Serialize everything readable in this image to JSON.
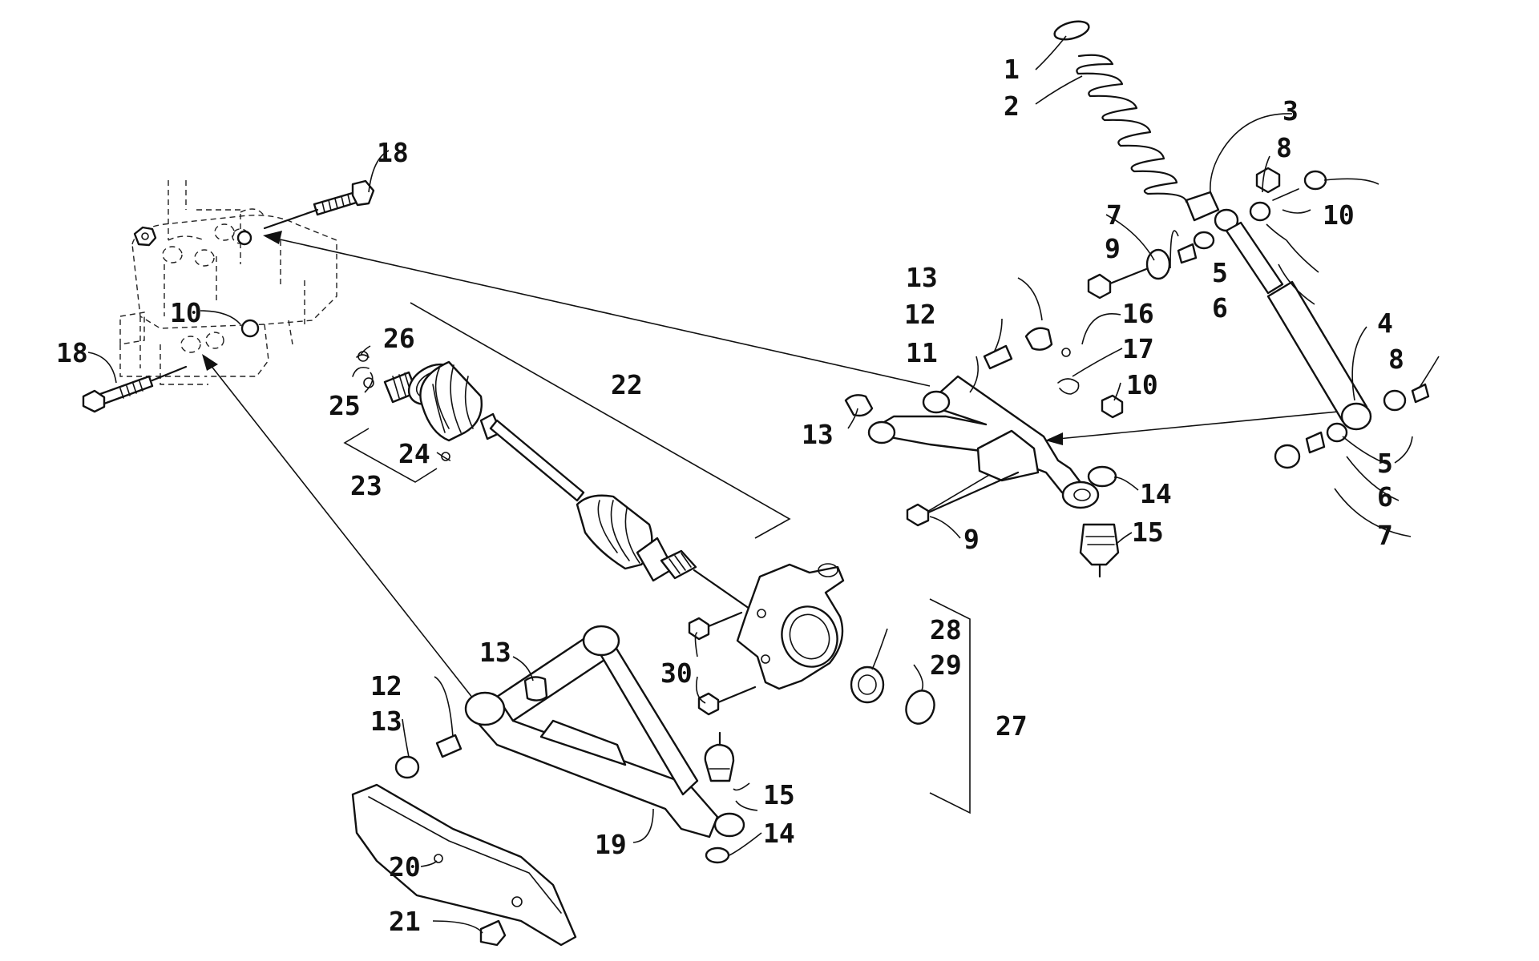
{
  "callouts": [
    {
      "id": "c1",
      "text": "1"
    },
    {
      "id": "c2",
      "text": "2"
    },
    {
      "id": "c3",
      "text": "3"
    },
    {
      "id": "c4",
      "text": "4"
    },
    {
      "id": "c5a",
      "text": "5"
    },
    {
      "id": "c5b",
      "text": "5"
    },
    {
      "id": "c6a",
      "text": "6"
    },
    {
      "id": "c6b",
      "text": "6"
    },
    {
      "id": "c7a",
      "text": "7"
    },
    {
      "id": "c7b",
      "text": "7"
    },
    {
      "id": "c8a",
      "text": "8"
    },
    {
      "id": "c8b",
      "text": "8"
    },
    {
      "id": "c9a",
      "text": "9"
    },
    {
      "id": "c9b",
      "text": "9"
    },
    {
      "id": "c10a",
      "text": "10"
    },
    {
      "id": "c10b",
      "text": "10"
    },
    {
      "id": "c10c",
      "text": "10"
    },
    {
      "id": "c11",
      "text": "11"
    },
    {
      "id": "c12a",
      "text": "12"
    },
    {
      "id": "c12b",
      "text": "12"
    },
    {
      "id": "c13a",
      "text": "13"
    },
    {
      "id": "c13b",
      "text": "13"
    },
    {
      "id": "c13c",
      "text": "13"
    },
    {
      "id": "c13d",
      "text": "13"
    },
    {
      "id": "c14a",
      "text": "14"
    },
    {
      "id": "c14b",
      "text": "14"
    },
    {
      "id": "c15a",
      "text": "15"
    },
    {
      "id": "c15b",
      "text": "15"
    },
    {
      "id": "c16",
      "text": "16"
    },
    {
      "id": "c17",
      "text": "17"
    },
    {
      "id": "c18a",
      "text": "18"
    },
    {
      "id": "c18b",
      "text": "18"
    },
    {
      "id": "c19",
      "text": "19"
    },
    {
      "id": "c20",
      "text": "20"
    },
    {
      "id": "c21",
      "text": "21"
    },
    {
      "id": "c22",
      "text": "22"
    },
    {
      "id": "c23",
      "text": "23"
    },
    {
      "id": "c24",
      "text": "24"
    },
    {
      "id": "c25",
      "text": "25"
    },
    {
      "id": "c26",
      "text": "26"
    },
    {
      "id": "c27",
      "text": "27"
    },
    {
      "id": "c28",
      "text": "28"
    },
    {
      "id": "c29",
      "text": "29"
    },
    {
      "id": "c30",
      "text": "30"
    }
  ]
}
